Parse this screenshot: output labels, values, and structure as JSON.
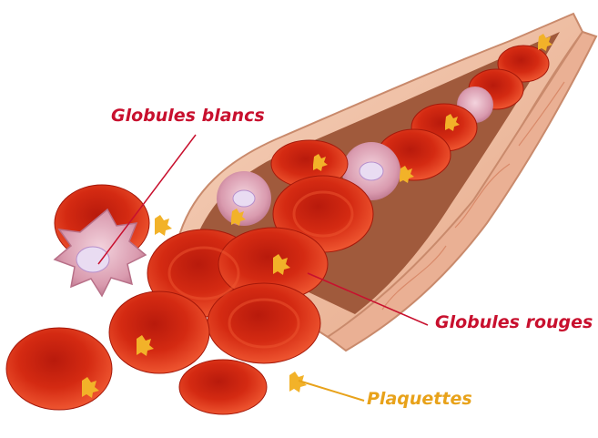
{
  "labels": {
    "white_cells": "Globules blancs",
    "red_cells": "Globules rouges",
    "platelets": "Plaquettes"
  },
  "colors": {
    "red_label": "#c8102e",
    "platelet_label": "#e8a21a",
    "red_cell": "#d42a12",
    "red_cell_dark": "#a5180a",
    "red_cell_light": "#ee5530",
    "white_cell": "#d99aae",
    "white_cell_nucleus": "#e9dcf2",
    "platelet": "#f2b229",
    "vessel_wall": "#f0c3a8",
    "vessel_edge": "#c98a6c",
    "vessel_inside": "#a05a3c"
  },
  "icons": {
    "white_cell": "white-blood-cell-icon",
    "red_cell": "red-blood-cell-icon",
    "platelet": "platelet-icon"
  }
}
